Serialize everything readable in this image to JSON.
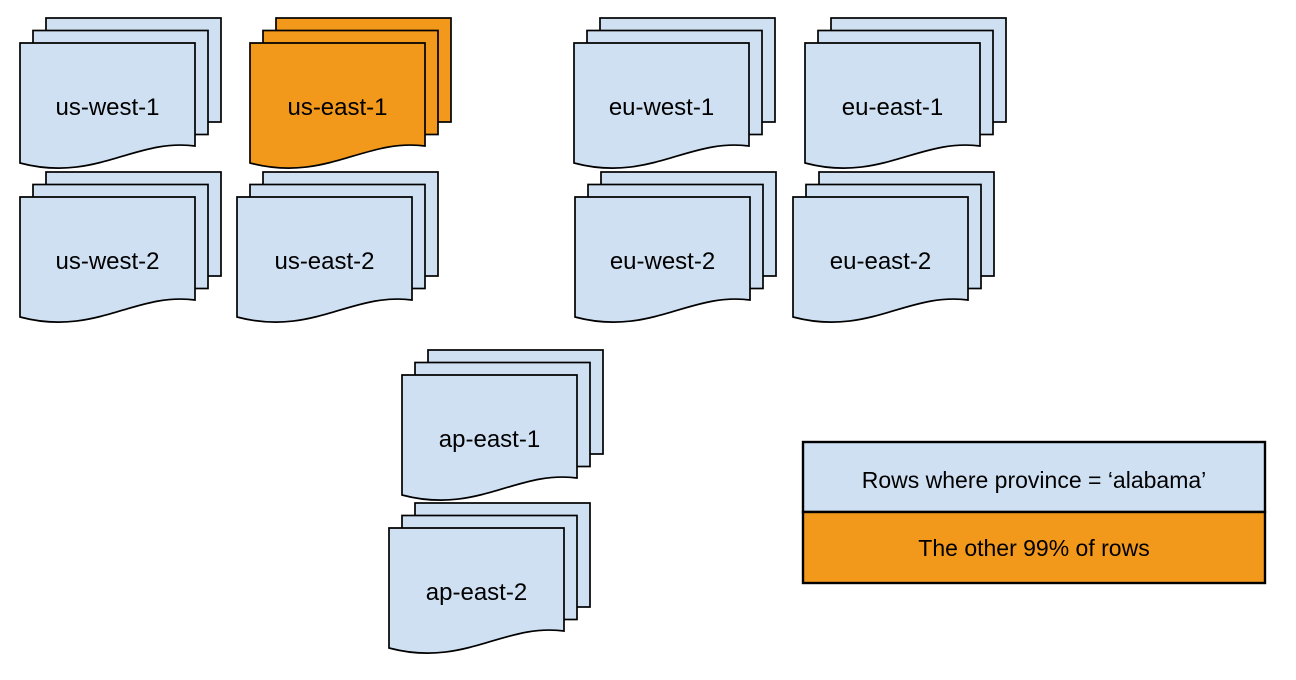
{
  "colors": {
    "region_fill": "#CFE0F2",
    "highlight_fill": "#F2981B",
    "stroke": "#000000",
    "label_color": "#000000"
  },
  "regions": [
    {
      "label": "us-west-1",
      "highlighted": false
    },
    {
      "label": "us-east-1",
      "highlighted": true
    },
    {
      "label": "eu-west-1",
      "highlighted": false
    },
    {
      "label": "eu-east-1",
      "highlighted": false
    },
    {
      "label": "us-west-2",
      "highlighted": false
    },
    {
      "label": "us-east-2",
      "highlighted": false
    },
    {
      "label": "eu-west-2",
      "highlighted": false
    },
    {
      "label": "eu-east-2",
      "highlighted": false
    },
    {
      "label": "ap-east-1",
      "highlighted": false
    },
    {
      "label": "ap-east-2",
      "highlighted": false
    }
  ],
  "legend": {
    "rows": [
      {
        "label": "Rows where province = ‘alabama’",
        "highlighted": false
      },
      {
        "label": "The other 99% of rows",
        "highlighted": true
      }
    ]
  }
}
